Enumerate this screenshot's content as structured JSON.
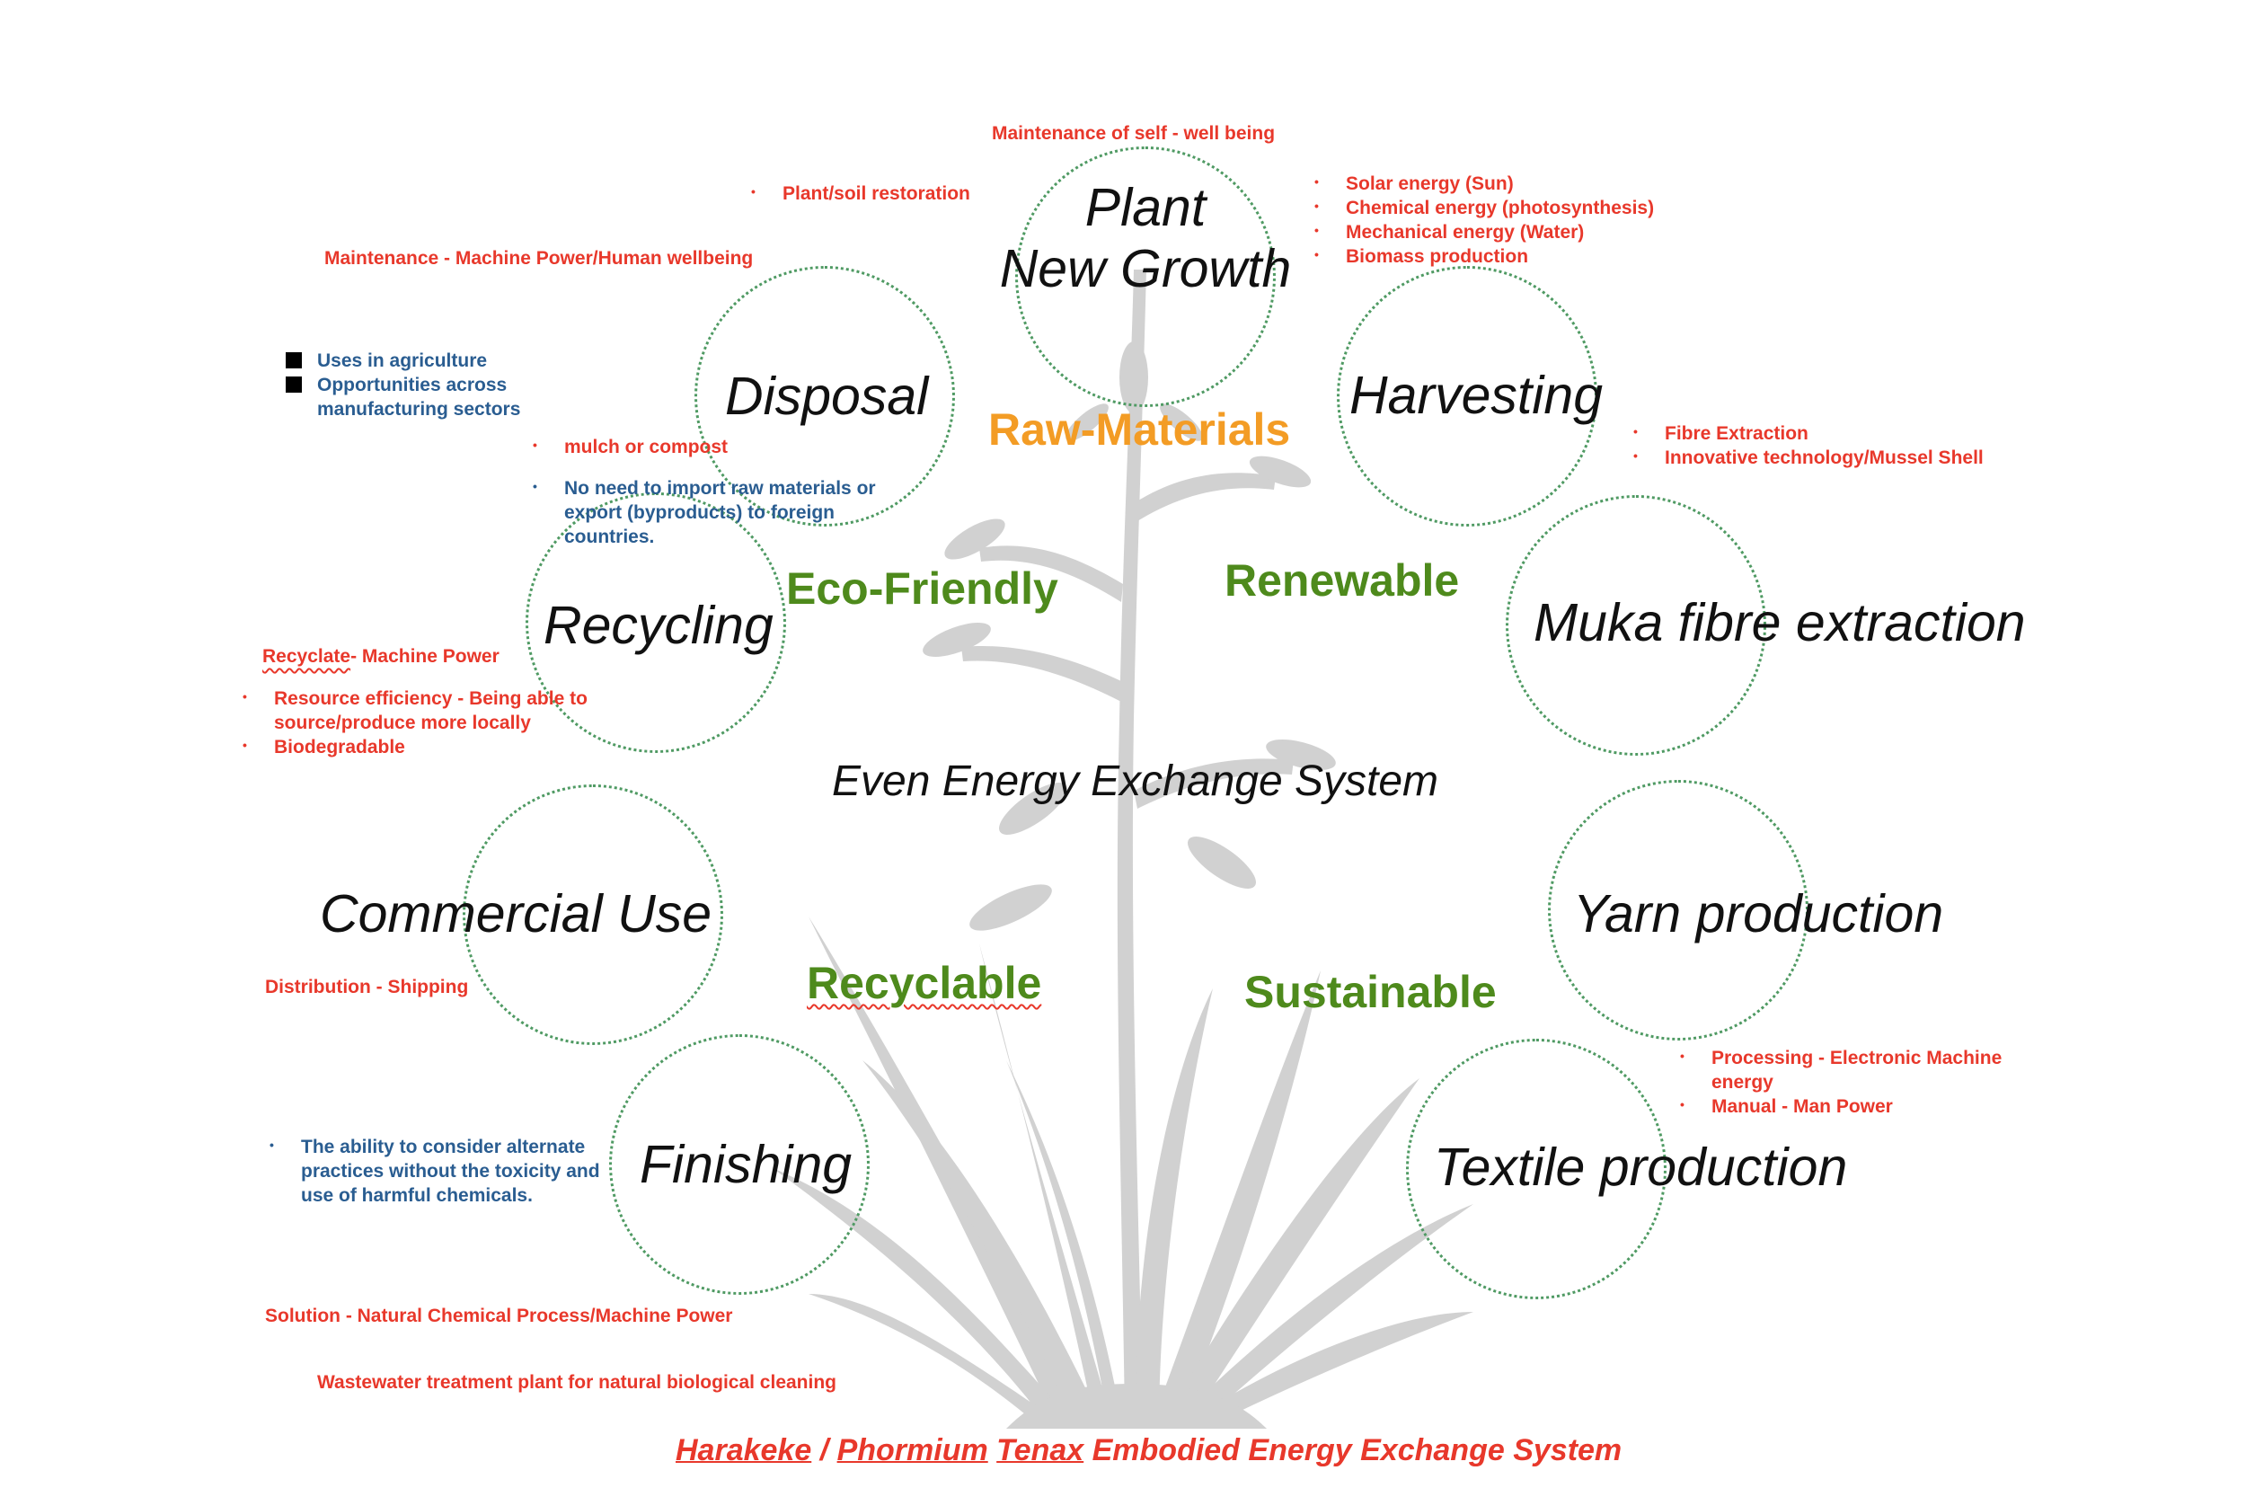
{
  "nodes": {
    "plant_line1": "Plant",
    "plant_line2": "New Growth",
    "harvesting": "Harvesting",
    "muka": "Muka fibre extraction",
    "yarn": "Yarn production",
    "textile": "Textile production",
    "finishing": "Finishing",
    "commercial": "Commercial Use",
    "recycling": "Recycling",
    "disposal": "Disposal"
  },
  "keywords": {
    "raw_materials": "Raw-Materials",
    "eco_friendly": "Eco-Friendly",
    "renewable": "Renewable",
    "recyclable": "Recyclable",
    "sustainable": "Sustainable"
  },
  "center_text": "Even Energy Exchange System",
  "notes": {
    "maintenance_self": "Maintenance of self - well being",
    "plant_soil": "Plant/soil restoration",
    "energy_sources": [
      "Solar energy (Sun)",
      "Chemical energy (photosynthesis)",
      "Mechanical energy (Water)",
      "Biomass production"
    ],
    "maintenance_machine": "Maintenance - Machine Power/Human wellbeing",
    "agri_uses": [
      "Uses in agriculture",
      "Opportunities across",
      "manufacturing sectors"
    ],
    "mulch": "mulch or compost",
    "no_import": [
      "No need to import raw materials or",
      "export (byproducts) to foreign",
      "countries."
    ],
    "fibre_items": [
      "Fibre Extraction",
      "Innovative technology/Mussel Shell"
    ],
    "recyclate_word": "Recyclate",
    "recyclate_rest": "- Machine Power",
    "resource_items": [
      "Resource efficiency - Being able to",
      "source/produce more locally",
      "Biodegradable"
    ],
    "distribution": "Distribution - Shipping",
    "processing_items": [
      "Processing - Electronic Machine",
      "energy",
      "Manual - Man Power"
    ],
    "alternate_practices": [
      "The ability to consider alternate",
      "practices without the toxicity and",
      "use of harmful chemicals."
    ],
    "solution": "Solution - Natural Chemical Process/Machine Power",
    "wastewater": "Wastewater treatment plant for natural biological cleaning"
  },
  "footer": {
    "part1": "Harakeke",
    "sep": " / ",
    "part2": "Phormium",
    "part3": "Tenax",
    "part4": " Embodied Energy Exchange System"
  },
  "colors": {
    "note_red": "#e8382b",
    "note_blue": "#2a5d91",
    "keyword_green": "#4e8a1c",
    "keyword_orange": "#f39c25",
    "ring_green": "#4f9a63",
    "plant_gray": "#cfcfcf"
  }
}
